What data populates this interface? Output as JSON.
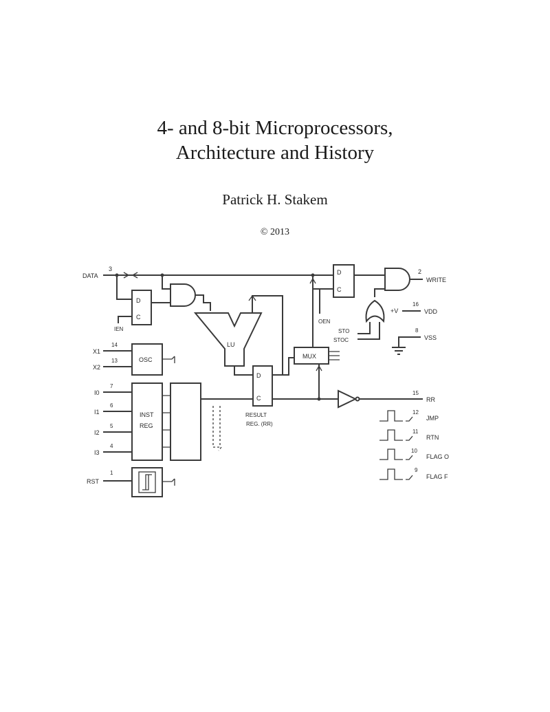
{
  "cover": {
    "title_line1": "4- and 8-bit Microprocessors,",
    "title_line2": "Architecture and History",
    "author": "Patrick H. Stakem",
    "copyright": "© 2013"
  },
  "diagram": {
    "pins": {
      "data_label": "DATA",
      "data_num": "3",
      "x1_label": "X1",
      "x1_num": "14",
      "x2_label": "X2",
      "x2_num": "13",
      "i0_label": "I0",
      "i0_num": "7",
      "i1_label": "I1",
      "i1_num": "6",
      "i2_label": "I2",
      "i2_num": "5",
      "i3_label": "I3",
      "i3_num": "4",
      "rst_label": "RST",
      "rst_num": "1",
      "write_label": "WRITE",
      "write_num": "2",
      "vdd_label": "+V",
      "vdd_num": "16",
      "vdd_sym": "VDD",
      "vss_num": "8",
      "vss_sym": "VSS",
      "rr_label": "RR",
      "rr_num": "15",
      "jmp_label": "JMP",
      "jmp_num": "12",
      "rtn_label": "RTN",
      "rtn_num": "11",
      "flag0_label": "FLAG O",
      "flag0_num": "10",
      "flagf_label": "FLAG F",
      "flagf_num": "9"
    },
    "blocks": {
      "ff_d": "D",
      "ff_c": "C",
      "ien": "IEN",
      "oen": "OEN",
      "lu": "LU",
      "osc": "OSC",
      "inst_reg_1": "INST",
      "inst_reg_2": "REG",
      "mux": "MUX",
      "sto": "STO",
      "stoc": "STOC",
      "result_1": "RESULT",
      "result_2": "REG. (RR)"
    }
  }
}
